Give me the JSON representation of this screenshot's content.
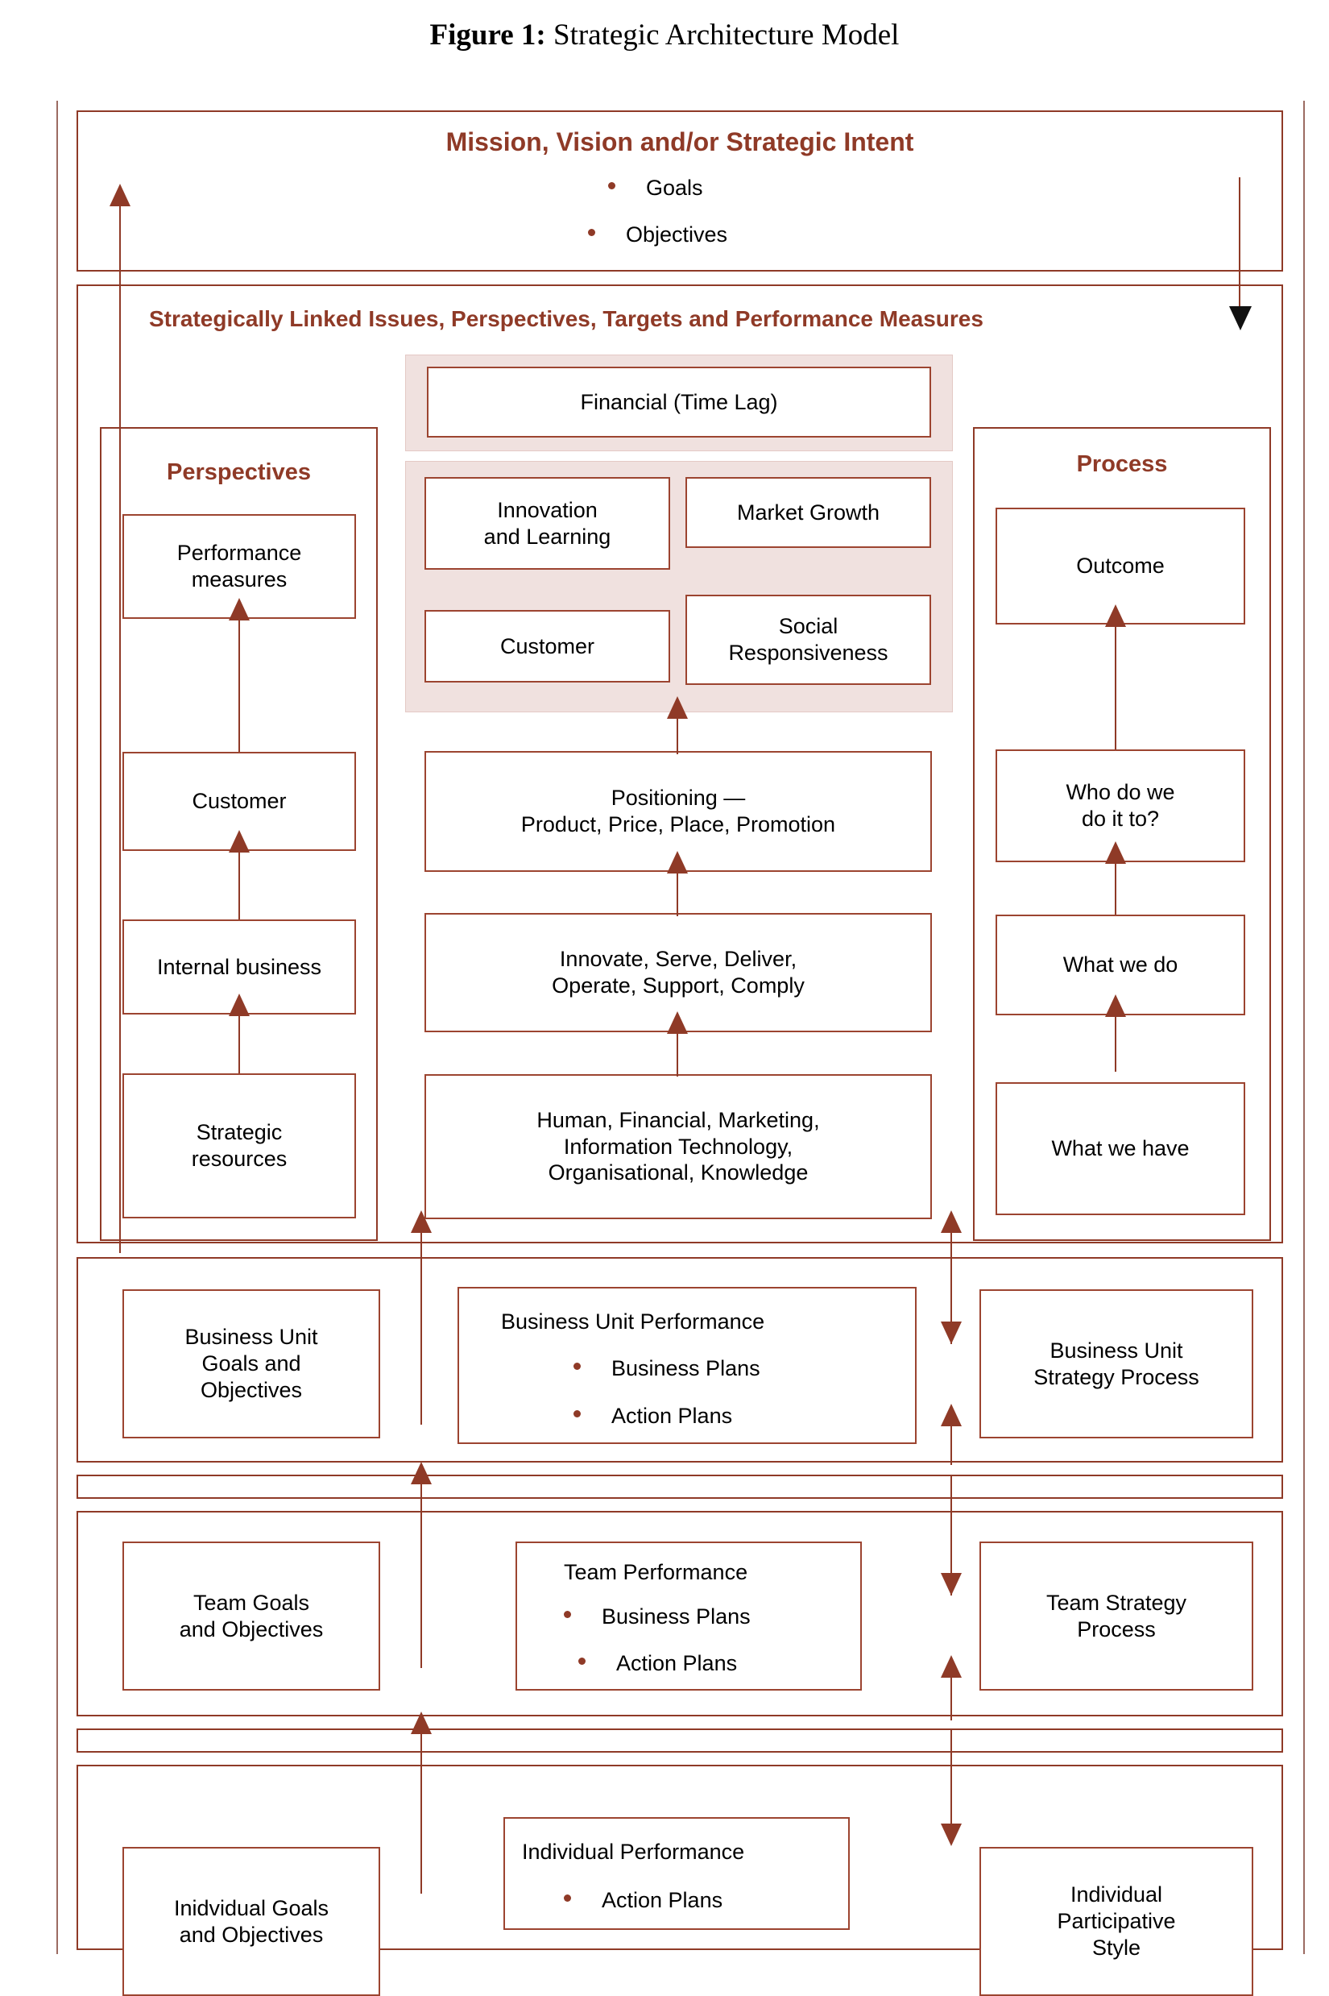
{
  "figure": {
    "label": "Figure 1:",
    "title": "Strategic Architecture Model"
  },
  "colors": {
    "accent": "#8f3a27",
    "box_border": "#9c4430",
    "panel_fill": "#f0e1df",
    "panel_border": "#e4c9c5",
    "text": "#000000",
    "page_rule": "#9c6b62"
  },
  "band_mission": {
    "heading": "Mission, Vision and/or Strategic Intent",
    "bullets": [
      "Goals",
      "Objectives"
    ]
  },
  "band_strategy": {
    "heading": "Strategically Linked Issues, Perspectives, Targets and Performance Measures",
    "heading_marker_icon": "triangle-down-icon",
    "left_column": {
      "title": "Perspectives",
      "boxes": [
        "Performance\nmeasures",
        "Customer",
        "Internal business",
        "Strategic\nresources"
      ]
    },
    "center_column": {
      "financial_panel": {
        "label": "Financial (Time Lag)"
      },
      "quad_panel": {
        "boxes": [
          "Innovation\nand Learning",
          "Market Growth",
          "Customer",
          "Social\nResponsiveness"
        ]
      },
      "boxes": [
        "Positioning —\nProduct, Price, Place, Promotion",
        "Innovate, Serve, Deliver,\nOperate, Support, Comply",
        "Human, Financial, Marketing,\nInformation Technology,\nOrganisational, Knowledge"
      ]
    },
    "right_column": {
      "title": "Process",
      "boxes": [
        "Outcome",
        "Who do we\ndo it to?",
        "What we do",
        "What we have"
      ]
    }
  },
  "band_business_unit": {
    "left": "Business Unit\nGoals and\nObjectives",
    "center_title": "Business Unit Performance",
    "center_bullets": [
      "Business Plans",
      "Action Plans"
    ],
    "right": "Business Unit\nStrategy Process"
  },
  "band_team": {
    "left": "Team Goals\nand Objectives",
    "center_title": "Team Performance",
    "center_bullets": [
      "Business Plans",
      "Action Plans"
    ],
    "right": "Team Strategy\nProcess"
  },
  "band_individual": {
    "left": "Inidvidual Goals\nand Objectives",
    "center_title": "Individual  Performance",
    "center_bullets": [
      "Action Plans"
    ],
    "right": "Individual\nParticipative\nStyle"
  }
}
